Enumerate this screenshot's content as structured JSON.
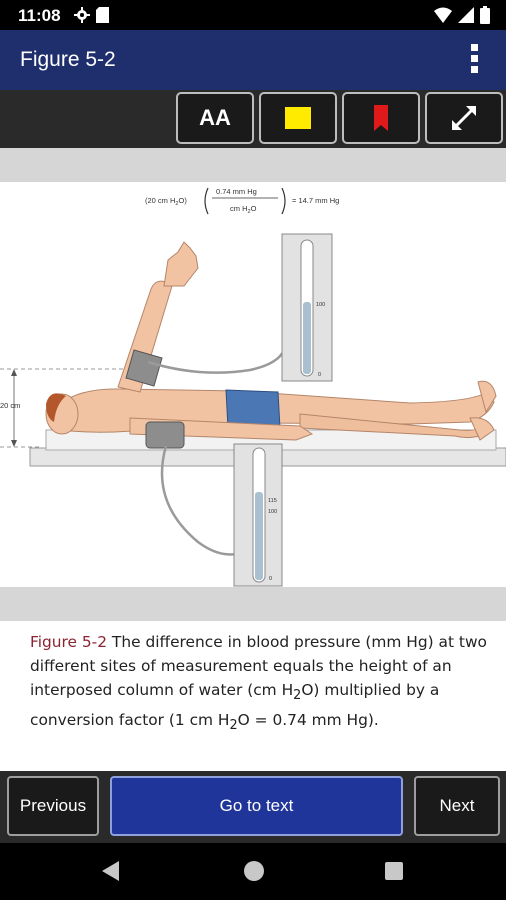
{
  "status_bar": {
    "time": "11:08",
    "left_icons": [
      "gear-icon",
      "sd-card-icon"
    ],
    "right_icons": [
      "wifi-icon",
      "signal-icon",
      "battery-icon"
    ]
  },
  "app_bar": {
    "title": "Figure 5-2",
    "menu_icon": "overflow-menu-icon"
  },
  "toolbar": {
    "font_size_label": "AA",
    "buttons": [
      "font-size-icon",
      "highlight-icon",
      "bookmark-icon",
      "fullscreen-icon"
    ],
    "colors": {
      "highlight": "#ffeb00",
      "bookmark": "#e01a1a"
    }
  },
  "figure": {
    "formula_left": "(20 cm H",
    "formula_sub": "2",
    "formula_close": "O)",
    "fraction_numerator": "0.74 mm Hg",
    "fraction_denominator": "cm H",
    "fraction_denominator_sub": "2",
    "fraction_denominator_end": "O",
    "formula_result": "= 14.7 mm Hg",
    "height_label": "20 cm",
    "upper_gauge_top": "100",
    "upper_gauge_bottom": "0",
    "lower_gauge_mark_a": "115",
    "lower_gauge_mark_b": "100",
    "lower_gauge_bottom": "0"
  },
  "caption": {
    "label": "Figure 5-2",
    "text_1": " The difference in blood pressure (mm Hg) at two different sites of measurement equals the height of an interposed column of water (cm H",
    "sub_1": "2",
    "text_2": "O) multiplied by a conversion factor (1 cm H",
    "sub_2": "2",
    "text_3": "O = 0.74 mm Hg)."
  },
  "bottom_nav": {
    "previous": "Previous",
    "go_to_text": "Go to text",
    "next": "Next"
  },
  "system_nav": [
    "back-icon",
    "home-icon",
    "recents-icon"
  ]
}
